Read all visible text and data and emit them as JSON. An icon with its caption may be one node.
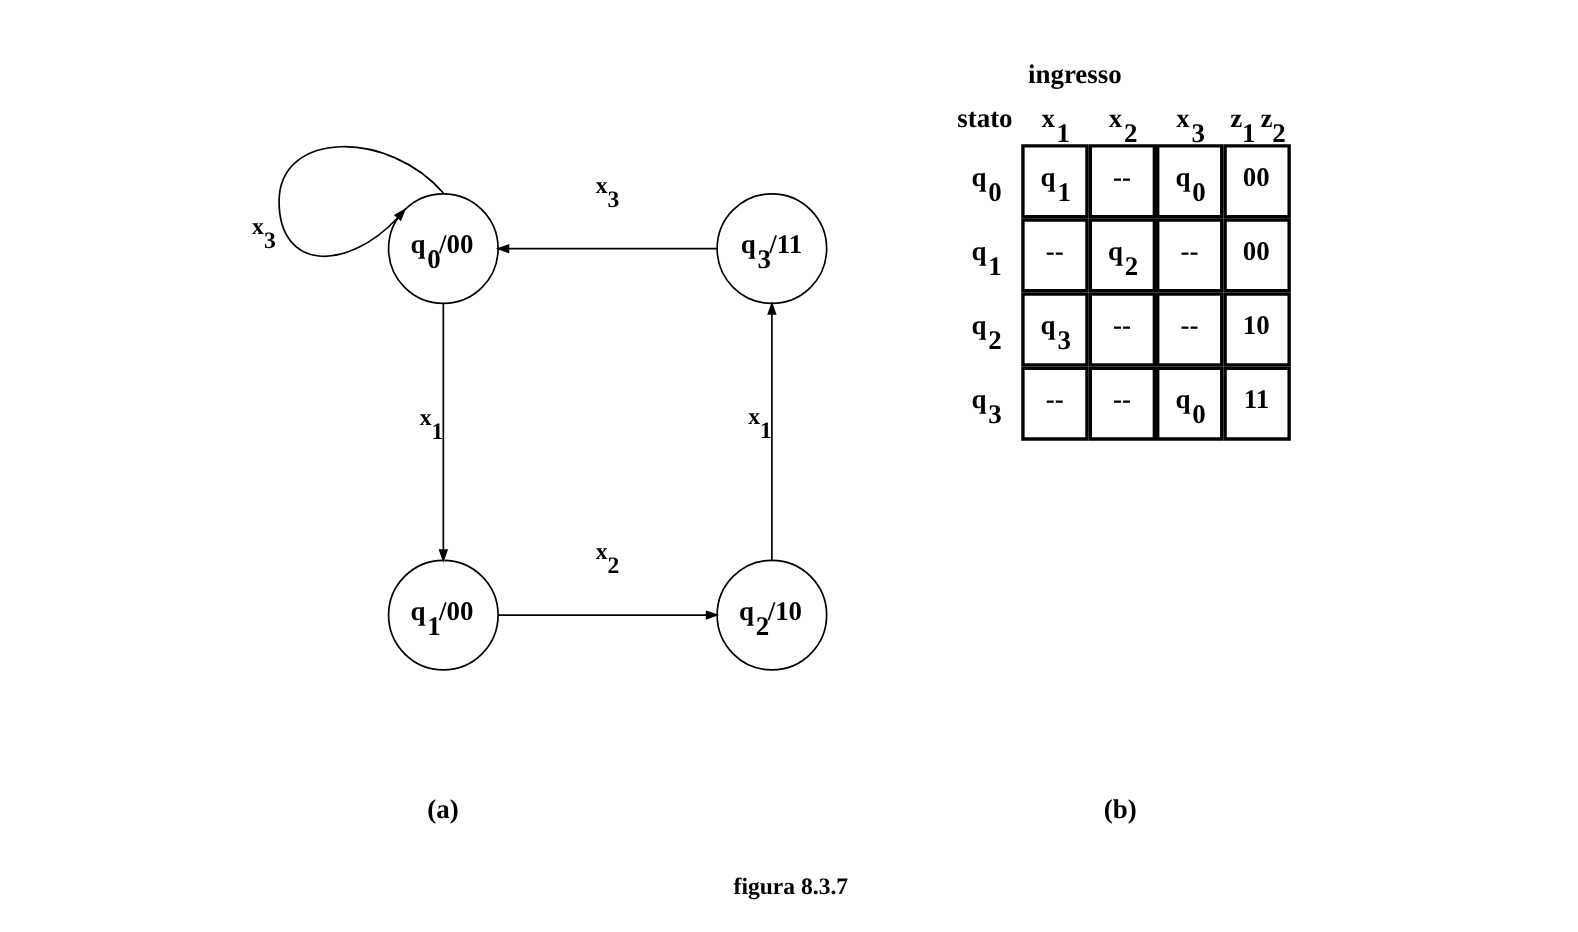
{
  "diagram": {
    "caption": "figura 8.3.7",
    "nodes": [
      {
        "text": [
          "q$_{0}$/00"
        ]
      },
      {
        "text": [
          "q$_{3}$/11"
        ]
      },
      {
        "text": [
          "q$_{1}$/00"
        ]
      },
      {
        "text": [
          "q$_{2}$/10"
        ]
      }
    ],
    "edges": [
      {
        "from": 0,
        "to": 0,
        "arrow": "to",
        "label": "x$_{3}$"
      },
      {
        "from": 1,
        "to": 0,
        "arrow": "to",
        "label": "x$_{3}$"
      },
      {
        "from": 0,
        "to": 2,
        "arrow": "to",
        "label": "x$_{1}$"
      },
      {
        "from": 2,
        "to": 3,
        "arrow": "to",
        "label": "x$_{2}$"
      },
      {
        "from": 3,
        "to": 1,
        "arrow": "to",
        "label": "x$_{1}$"
      }
    ],
    "labels": [
      "ingresso",
      "stato",
      "x$_{1}$",
      "x$_{2}$",
      "x$_{3}$",
      "z$_{1}$ z$_{2}$",
      "q$_{0}$",
      "q$_{1}$",
      "--",
      "q$_{0}$",
      "00",
      "q$_{1}$",
      "--",
      "q$_{2}$",
      "--",
      "00",
      "q$_{2}$",
      "q$_{3}$",
      "--",
      "--",
      "10",
      "q$_{3}$",
      "--",
      "--",
      "q$_{0}$",
      "11",
      "(a)",
      "(b)"
    ]
  }
}
